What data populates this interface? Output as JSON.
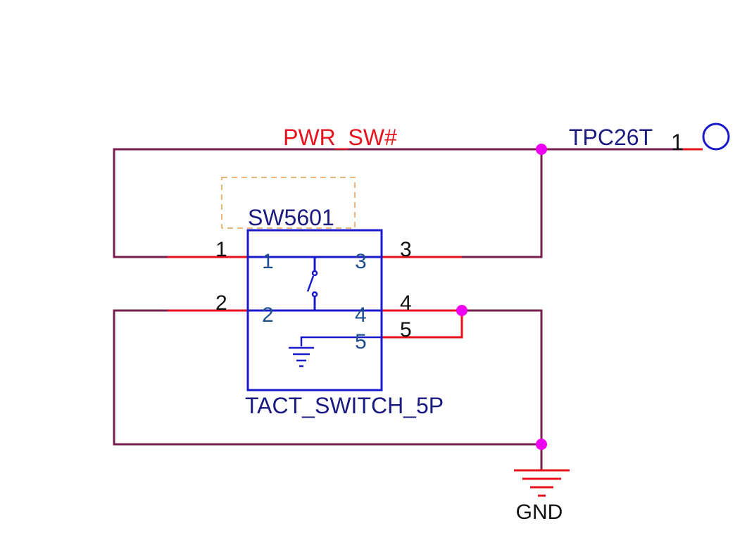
{
  "net": {
    "name": "PWR_SW#"
  },
  "testpoint": {
    "name": "TPC26T",
    "pin": "1"
  },
  "component": {
    "refdes": "SW5601",
    "value": "TACT_SWITCH_5P",
    "pins": {
      "p1": {
        "outer": "1",
        "inner": "1"
      },
      "p2": {
        "outer": "2",
        "inner": "2"
      },
      "p3": {
        "outer": "3",
        "inner": "3"
      },
      "p4": {
        "outer": "4",
        "inner": "4"
      },
      "p5": {
        "outer": "5",
        "inner": "5"
      }
    }
  },
  "ground": {
    "label": "GND"
  },
  "colors": {
    "wire": "#7a1e4e",
    "pin": "#e8101c",
    "symbol": "#1a1acc",
    "refdes_text": "#1a1a80",
    "pin_number_inner": "#1f4f8f",
    "junction": "#f000f0",
    "net_label": "#e8101c",
    "keepout": "#e0a050"
  }
}
